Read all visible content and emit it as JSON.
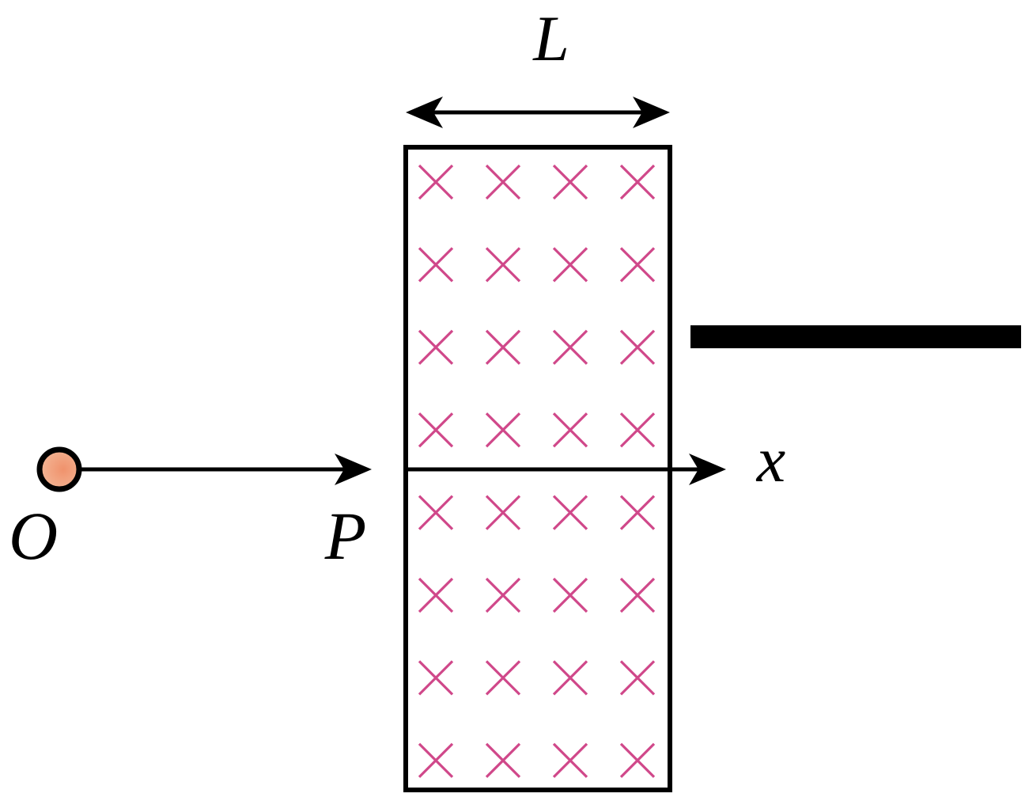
{
  "labels": {
    "width": "L",
    "origin": "O",
    "entry_point": "P",
    "axis": "x"
  },
  "field": {
    "direction": "into-page",
    "symbol": "cross",
    "rows": 8,
    "cols": 4,
    "color": "#d0488a"
  },
  "particle": {
    "color": "#f0926c"
  }
}
